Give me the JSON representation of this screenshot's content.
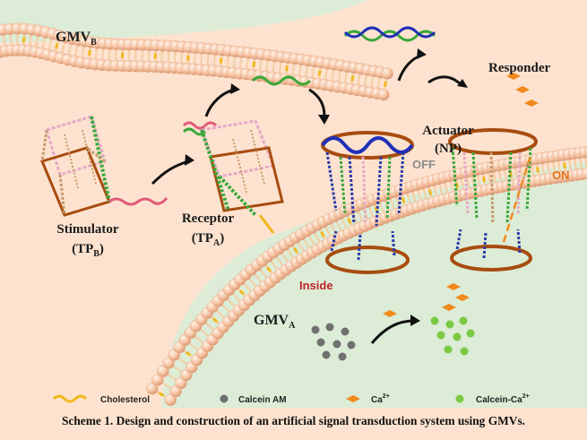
{
  "labels": {
    "gmv_b": {
      "main": "GMV",
      "sub": "B"
    },
    "gmv_a": {
      "main": "GMV",
      "sub": "A"
    },
    "stimulator": {
      "line1": "Stimulator",
      "line2_open": "(TP",
      "line2_sub": "B",
      "line2_close": ")"
    },
    "receptor": {
      "line1": "Receptor",
      "line2_open": "(TP",
      "line2_sub": "A",
      "line2_close": ")"
    },
    "actuator": {
      "line1": "Actuator",
      "line2": "(NP)"
    },
    "responder": "Responder",
    "off": "OFF",
    "on": "ON",
    "inside": "Inside"
  },
  "legend": {
    "cholesterol": "Cholesterol",
    "calcein_am": "Calcein AM",
    "ca": {
      "main": "Ca",
      "sup": "2+"
    },
    "calcein_ca": {
      "main": "Calcein-Ca",
      "sup": "2+"
    }
  },
  "caption": "Scheme 1. Design and construction of an artificial signal transduction system using GMVs.",
  "colors": {
    "background": "#fde3cf",
    "vesicle_interior": "#dcecd6",
    "lipid_head": "#f5c0a0",
    "cholesterol": "#f1b81c",
    "dna_brown": "#a84c10",
    "dna_green": "#3aa83a",
    "dna_pink": "#e6a8c8",
    "dna_blue": "#2a3aa8",
    "dna_tan": "#c89a6a",
    "strand_pink": "#e05a78",
    "off_text": "#8a8a8a",
    "on_text": "#e0741a",
    "inside_text": "#c0242a",
    "ca_ion": "#f08a1c",
    "calcein_am": "#707070",
    "calcein_ca": "#7ac944"
  }
}
